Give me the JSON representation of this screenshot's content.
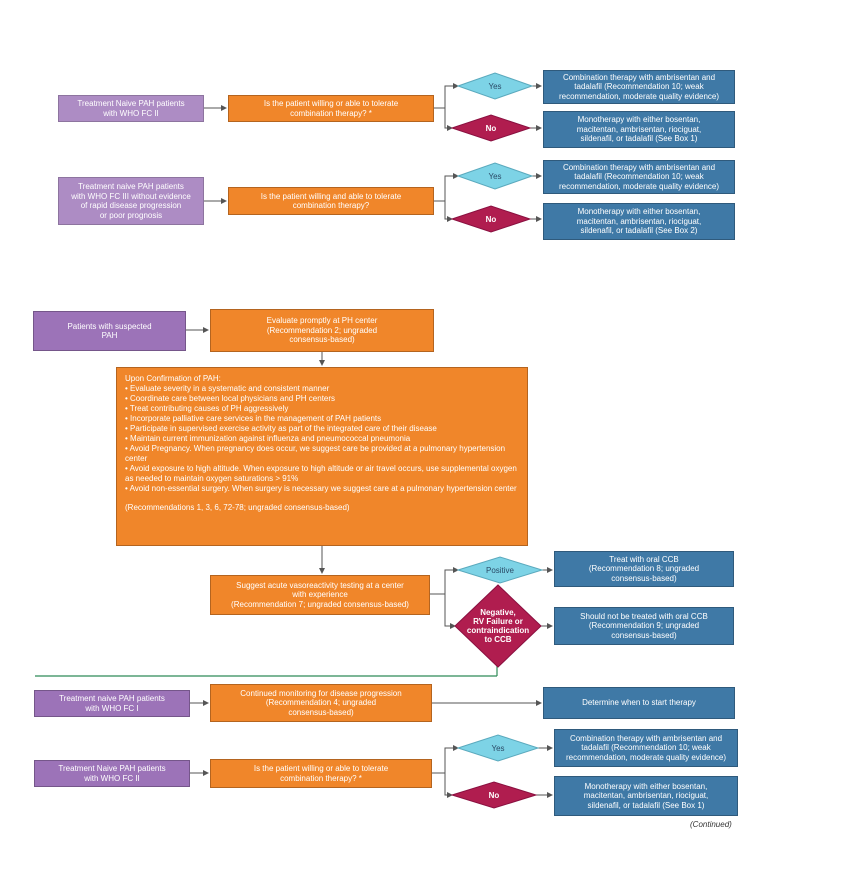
{
  "colors": {
    "purple": "#9c73b8",
    "orange": "#f0862a",
    "blue": "#3f79a6",
    "diamond_yes": "#7dd3e6",
    "diamond_no": "#b01d4f",
    "connector": "#555555",
    "green_line": "#2e8b57"
  },
  "top": {
    "fc2": {
      "patients": "Treatment Naive PAH patients\nwith WHO FC II",
      "question": "Is the patient willing or able to tolerate\ncombination therapy? *",
      "yes": "Yes",
      "no": "No",
      "yes_result": "Combination therapy with ambrisentan and\ntadalafil (Recommendation 10; weak\nrecommendation, moderate quality evidence)",
      "no_result": "Monotherapy with either bosentan,\nmacitentan, ambrisentan, riociguat,\nsildenafil, or tadalafil (See Box 1)"
    },
    "fc3": {
      "patients": "Treatment naive PAH patients\nwith WHO FC III without evidence\nof rapid disease progression\nor poor prognosis",
      "question": "Is the patient willing and able to tolerate\ncombination therapy?",
      "yes": "Yes",
      "no": "No",
      "yes_result": "Combination therapy with ambrisentan and\ntadalafil (Recommendation 10; weak\nrecommendation, moderate quality evidence)",
      "no_result": "Monotherapy with either bosentan,\nmacitentan, ambrisentan, riociguat,\nsildenafil, or tadalafil (See Box 2)"
    }
  },
  "suspected": {
    "patients": "Patients with suspected\nPAH",
    "evaluate": "Evaluate promptly at PH center\n(Recommendation 2; ungraded\nconsensus-based)"
  },
  "confirmation": {
    "heading": "Upon Confirmation of PAH:",
    "items": [
      "Evaluate severity in a systematic and consistent manner",
      "Coordinate care between local physicians and PH centers",
      "Treat contributing causes of PH aggressively",
      "Incorporate palliative care services in the management of PAH patients",
      "Participate in supervised exercise activity as part of the integrated care of their disease",
      "Maintain current immunization against influenza and pneumococcal pneumonia",
      "Avoid Pregnancy. When pregnancy does occur, we suggest care be provided at a pulmonary hypertension center",
      "Avoid exposure to high altitude. When exposure to high altitude or air travel occurs, use supplemental oxygen as needed to maintain oxygen saturations > 91%",
      "Avoid non-essential surgery. When surgery is necessary we suggest care at a pulmonary hypertension center"
    ],
    "footer": "(Recommendations 1, 3, 6, 72-78; ungraded consensus-based)"
  },
  "vasoreactivity": {
    "test": "Suggest acute vasoreactivity testing at a center\nwith experience\n(Recommendation 7; ungraded consensus-based)",
    "positive": "Positive",
    "negative": "Negative,\nRV Failure or\ncontraindication\nto CCB",
    "positive_result": "Treat with oral CCB\n(Recommendation 8; ungraded\nconsensus-based)",
    "negative_result": "Should not be treated with oral CCB\n(Recommendation 9; ungraded\nconsensus-based)"
  },
  "fc1": {
    "patients": "Treatment naive PAH patients\nwith WHO FC I",
    "monitor": "Continued monitoring for disease progression\n(Recommendation 4; ungraded\nconsensus-based)",
    "result": "Determine when to start therapy"
  },
  "bottom_fc2": {
    "patients": "Treatment Naive PAH patients\nwith WHO FC II",
    "question": "Is the patient willing or able to tolerate\ncombination therapy? *",
    "yes": "Yes",
    "no": "No",
    "yes_result": "Combination therapy with ambrisentan and\ntadalafil (Recommendation 10; weak\nrecommendation, moderate quality evidence)",
    "no_result": "Monotherapy with either bosentan,\nmacitentan, ambrisentan, riociguat,\nsildenafil, or tadalafil (See Box 1)"
  },
  "continued": "(Continued)"
}
